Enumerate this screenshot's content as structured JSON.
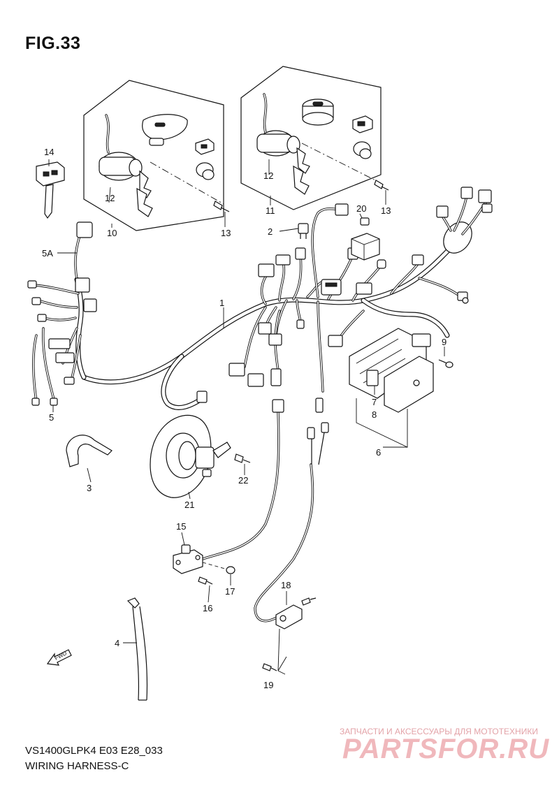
{
  "figure": {
    "title": "FIG.33",
    "code": "VS1400GLPK4 E03 E28_033",
    "name": "WIRING HARNESS-C",
    "fwd_label": "FWD"
  },
  "watermark": {
    "tagline": "ЗАПЧАСТИ И АКСЕССУАРЫ ДЛЯ МОТОТЕХНИКИ",
    "logo": "PARTSFOR.RU"
  },
  "callouts": [
    "1",
    "2",
    "3",
    "4",
    "5",
    "5A",
    "6",
    "7",
    "8",
    "9",
    "10",
    "11",
    "12",
    "12",
    "13",
    "13",
    "14",
    "15",
    "16",
    "17",
    "18",
    "19",
    "20",
    "21",
    "22"
  ]
}
